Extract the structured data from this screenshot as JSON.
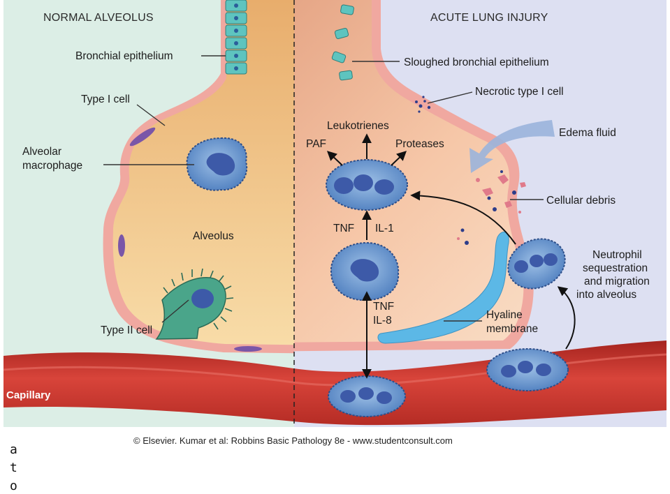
{
  "headers": {
    "left": "NORMAL ALVEOLUS",
    "right": "ACUTE LUNG INJURY"
  },
  "labels": {
    "bronchial_epithelium": "Bronchial epithelium",
    "type_i_cell": "Type I cell",
    "alveolar_macrophage_line1": "Alveolar",
    "alveolar_macrophage_line2": "macrophage",
    "alveolus": "Alveolus",
    "type_ii_cell": "Type II cell",
    "capillary": "Capillary",
    "sloughed_epithelium": "Sloughed bronchial epithelium",
    "necrotic_type_i": "Necrotic type I cell",
    "edema_fluid": "Edema fluid",
    "leukotrienes": "Leukotrienes",
    "paf": "PAF",
    "proteases": "Proteases",
    "cellular_debris": "Cellular debris",
    "tnf_upper": "TNF",
    "il1": "IL-1",
    "neutrophil_line1": "Neutrophil",
    "neutrophil_line2": "sequestration",
    "neutrophil_line3": "and migration",
    "neutrophil_line4": "into alveolus",
    "tnf_lower": "TNF",
    "il8": "IL-8",
    "hyaline_line1": "Hyaline",
    "hyaline_line2": "membrane"
  },
  "copyright": "© Elsevier. Kumar et al: Robbins Basic Pathology 8e - www.studentconsult.com",
  "side_glyphs": [
    "a",
    "t",
    "o"
  ],
  "colors": {
    "normal_bg": "#dceee6",
    "injury_bg": "#dde0f2",
    "alveolus_fill": "#f3cf97",
    "injury_fill": "#f6c4a4",
    "wall": "#f0a8a0",
    "capillary": "#c8342c",
    "cell_blue": "#6a93c8",
    "nucleus": "#3d5aa8",
    "epithelium": "#5ec4bf",
    "type_ii": "#4aa58a",
    "hyaline": "#5cb8e6",
    "edema_arrow": "#9ab4dc"
  }
}
